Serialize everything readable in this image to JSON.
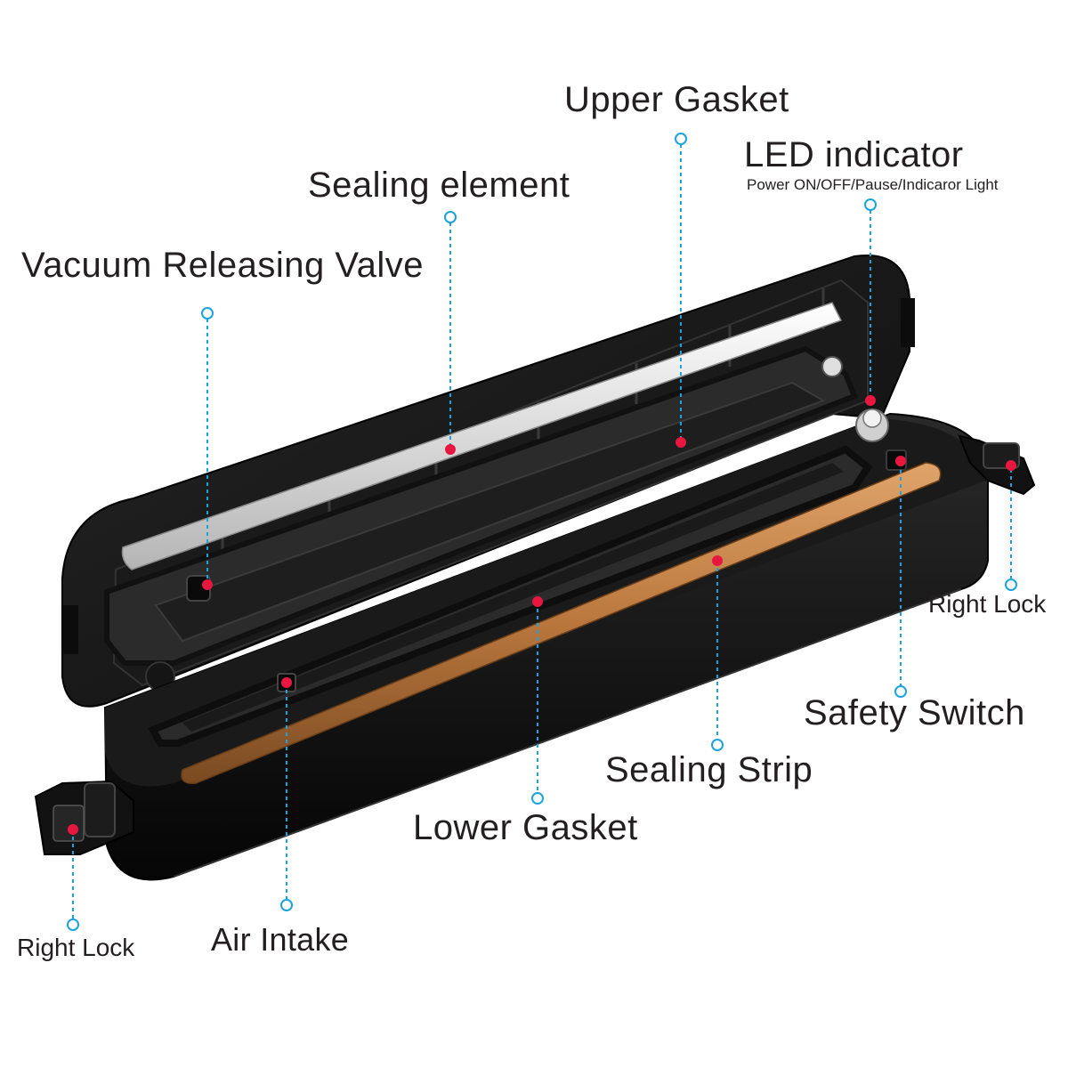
{
  "labels": {
    "upper_gasket": "Upper Gasket",
    "led_indicator": "LED indicator",
    "led_indicator_sub": "Power ON/OFF/Pause/Indicaror Light",
    "sealing_element": "Sealing element",
    "vacuum_releasing_valve": "Vacuum Releasing Valve",
    "right_lock_right": "Right Lock",
    "safety_switch": "Safety Switch",
    "sealing_strip": "Sealing Strip",
    "lower_gasket": "Lower Gasket",
    "air_intake": "Air Intake",
    "right_lock_left": "Right Lock"
  },
  "colors": {
    "leader_line": "#1aa3dc",
    "marker_dot": "#e8173f",
    "device_body": "#141414",
    "foam": "#2b2b2b",
    "sealing_strip": "#b9773d",
    "sealing_element": "#dcdcdc",
    "text": "#231f20"
  }
}
